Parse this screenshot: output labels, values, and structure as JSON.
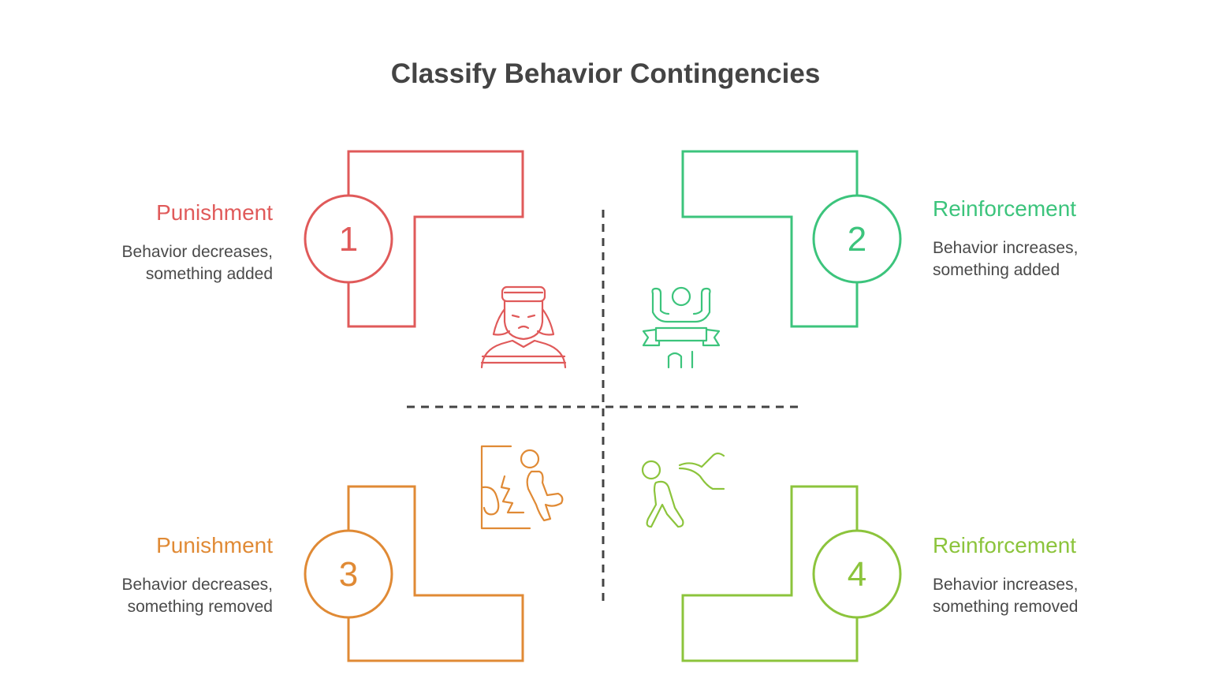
{
  "title": "Classify Behavior Contingencies",
  "colors": {
    "q1": "#E05A5A",
    "q2": "#3CC47C",
    "q3": "#E08A35",
    "q4": "#8CC43C",
    "divider": "#444444",
    "text": "#4a4a4a"
  },
  "quadrants": [
    {
      "number": "1",
      "label": "Punishment",
      "line1": "Behavior decreases,",
      "line2": "something added",
      "icon": "prisoner-icon"
    },
    {
      "number": "2",
      "label": "Reinforcement",
      "line1": "Behavior increases,",
      "line2": "something added",
      "icon": "winner-icon"
    },
    {
      "number": "3",
      "label": "Punishment",
      "line1": "Behavior decreases,",
      "line2": "something removed",
      "icon": "walking-out-door-icon"
    },
    {
      "number": "4",
      "label": "Reinforcement",
      "line1": "Behavior increases,",
      "line2": "something removed",
      "icon": "walking-away-smoke-icon"
    }
  ]
}
